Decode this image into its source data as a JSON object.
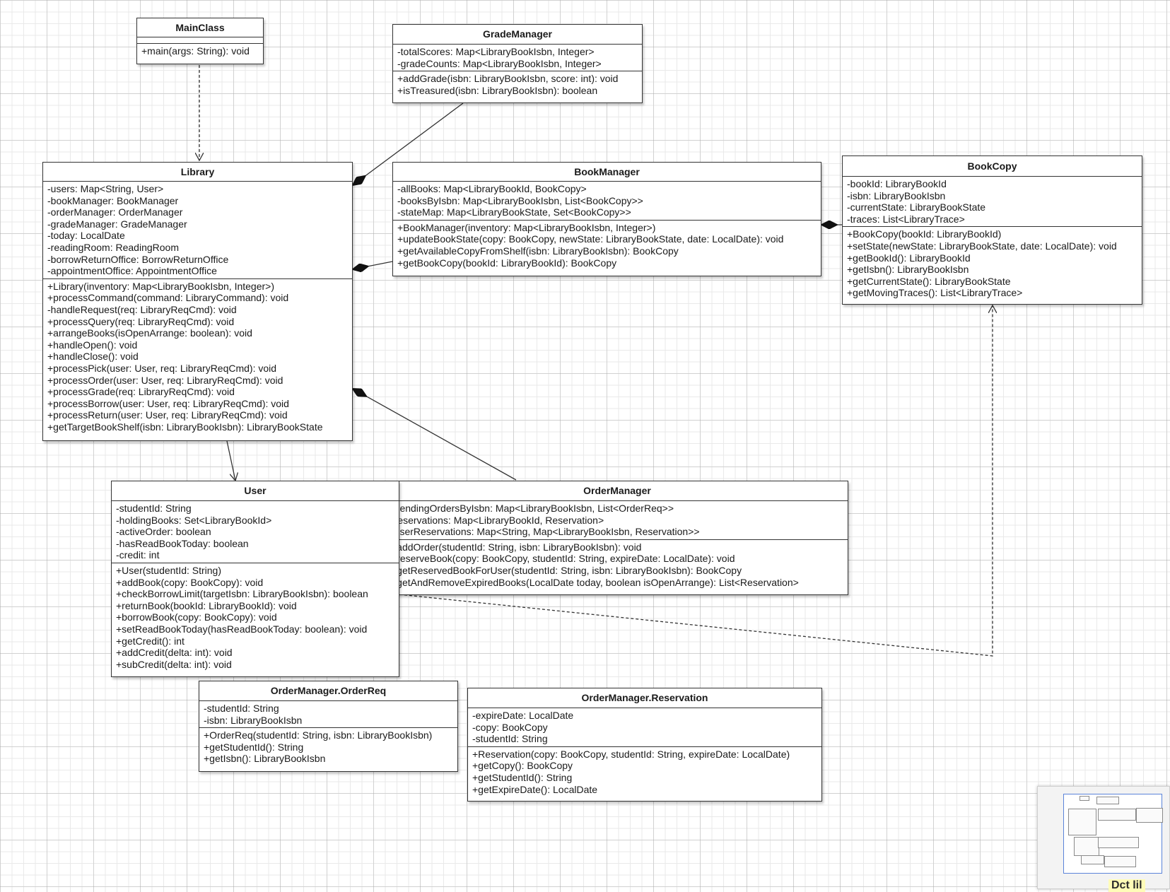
{
  "canvas_background": "#ffffff",
  "line_color": "#333333",
  "diagram": {
    "classes": [
      {
        "id": "MainClass",
        "name": "MainClass",
        "fields": [],
        "methods": [
          "+main(args: String): void"
        ]
      },
      {
        "id": "GradeManager",
        "name": "GradeManager",
        "fields": [
          "-totalScores: Map<LibraryBookIsbn, Integer>",
          "-gradeCounts: Map<LibraryBookIsbn, Integer>"
        ],
        "methods": [
          "+addGrade(isbn: LibraryBookIsbn, score: int): void",
          "+isTreasured(isbn: LibraryBookIsbn): boolean"
        ]
      },
      {
        "id": "Library",
        "name": "Library",
        "fields": [
          "-users: Map<String, User>",
          "-bookManager: BookManager",
          "-orderManager: OrderManager",
          "-gradeManager: GradeManager",
          "-today: LocalDate",
          "-readingRoom: ReadingRoom",
          "-borrowReturnOffice: BorrowReturnOffice",
          "-appointmentOffice: AppointmentOffice"
        ],
        "methods": [
          "+Library(inventory: Map<LibraryBookIsbn, Integer>)",
          "+processCommand(command: LibraryCommand): void",
          "-handleRequest(req: LibraryReqCmd): void",
          "+processQuery(req: LibraryReqCmd): void",
          "+arrangeBooks(isOpenArrange: boolean): void",
          "+handleOpen(): void",
          "+handleClose(): void",
          "+processPick(user: User, req: LibraryReqCmd): void",
          "+processOrder(user: User, req: LibraryReqCmd): void",
          "+processGrade(req: LibraryReqCmd): void",
          "+processBorrow(user: User, req: LibraryReqCmd): void",
          "+processReturn(user: User, req: LibraryReqCmd): void",
          "+getTargetBookShelf(isbn: LibraryBookIsbn): LibraryBookState"
        ]
      },
      {
        "id": "BookManager",
        "name": "BookManager",
        "fields": [
          "-allBooks: Map<LibraryBookId, BookCopy>",
          "-booksByIsbn:  Map<LibraryBookIsbn, List<BookCopy>>",
          "-stateMap: Map<LibraryBookState, Set<BookCopy>>"
        ],
        "methods": [
          "+BookManager(inventory:  Map<LibraryBookIsbn, Integer>)",
          "+updateBookState(copy: BookCopy, newState: LibraryBookState, date: LocalDate): void",
          "+getAvailableCopyFromShelf(isbn: LibraryBookIsbn): BookCopy",
          "+getBookCopy(bookId: LibraryBookId): BookCopy"
        ]
      },
      {
        "id": "BookCopy",
        "name": "BookCopy",
        "fields": [
          "-bookId: LibraryBookId",
          "-isbn: LibraryBookIsbn",
          "-currentState: LibraryBookState",
          "-traces: List<LibraryTrace>"
        ],
        "methods": [
          "+BookCopy(bookId: LibraryBookId)",
          "+setState(newState: LibraryBookState, date: LocalDate): void",
          "+getBookId(): LibraryBookId",
          "+getIsbn(): LibraryBookIsbn",
          "+getCurrentState(): LibraryBookState",
          "+getMovingTraces(): List<LibraryTrace>"
        ]
      },
      {
        "id": "User",
        "name": "User",
        "fields": [
          "-studentId: String",
          "-holdingBooks: Set<LibraryBookId>",
          "-activeOrder: boolean",
          "-hasReadBookToday: boolean",
          "-credit: int"
        ],
        "methods": [
          "+User(studentId: String)",
          "+addBook(copy: BookCopy): void",
          "+checkBorrowLimit(targetIsbn: LibraryBookIsbn): boolean",
          "+returnBook(bookId: LibraryBookId): void",
          "+borrowBook(copy: BookCopy): void",
          "+setReadBookToday(hasReadBookToday: boolean): void",
          "+getCredit(): int",
          "+addCredit(delta: int): void",
          "+subCredit(delta: int): void"
        ]
      },
      {
        "id": "OrderManager",
        "name": "OrderManager",
        "fields": [
          "-pendingOrdersByIsbn: Map<LibraryBookIsbn, List<OrderReq>>",
          "-reservations: Map<LibraryBookId, Reservation>",
          "-userReservations: Map<String, Map<LibraryBookIsbn, Reservation>>"
        ],
        "methods": [
          "+addOrder(studentId: String, isbn: LibraryBookIsbn): void",
          "+reserveBook(copy: BookCopy, studentId: String, expireDate: LocalDate): void",
          "+getReservedBookForUser(studentId: String, isbn: LibraryBookIsbn): BookCopy",
          "+getAndRemoveExpiredBooks(LocalDate today, boolean isOpenArrange): List<Reservation>"
        ]
      },
      {
        "id": "OrderReq",
        "name": "OrderManager.OrderReq",
        "fields": [
          "-studentId: String",
          "-isbn: LibraryBookIsbn"
        ],
        "methods": [
          "+OrderReq(studentId: String, isbn: LibraryBookIsbn)",
          "+getStudentId(): String",
          "+getIsbn(): LibraryBookIsbn"
        ]
      },
      {
        "id": "Reservation",
        "name": "OrderManager.Reservation",
        "fields": [
          "-expireDate: LocalDate",
          "-copy: BookCopy",
          "-studentId: String"
        ],
        "methods": [
          "+Reservation(copy: BookCopy, studentId: String, expireDate: LocalDate)",
          "+getCopy(): BookCopy",
          "+getStudentId(): String",
          "+getExpireDate(): LocalDate"
        ]
      }
    ],
    "relations": [
      {
        "from": "MainClass",
        "to": "Library",
        "type": "dependency"
      },
      {
        "from": "GradeManager",
        "to": "Library",
        "type": "composition"
      },
      {
        "from": "BookManager",
        "to": "Library",
        "type": "composition"
      },
      {
        "from": "OrderManager",
        "to": "Library",
        "type": "composition"
      },
      {
        "from": "BookCopy",
        "to": "BookManager",
        "type": "composition"
      },
      {
        "from": "Library",
        "to": "User",
        "type": "association"
      },
      {
        "from": "User",
        "to": "BookCopy",
        "type": "dependency"
      }
    ]
  },
  "corner_hint": "Dct lil"
}
